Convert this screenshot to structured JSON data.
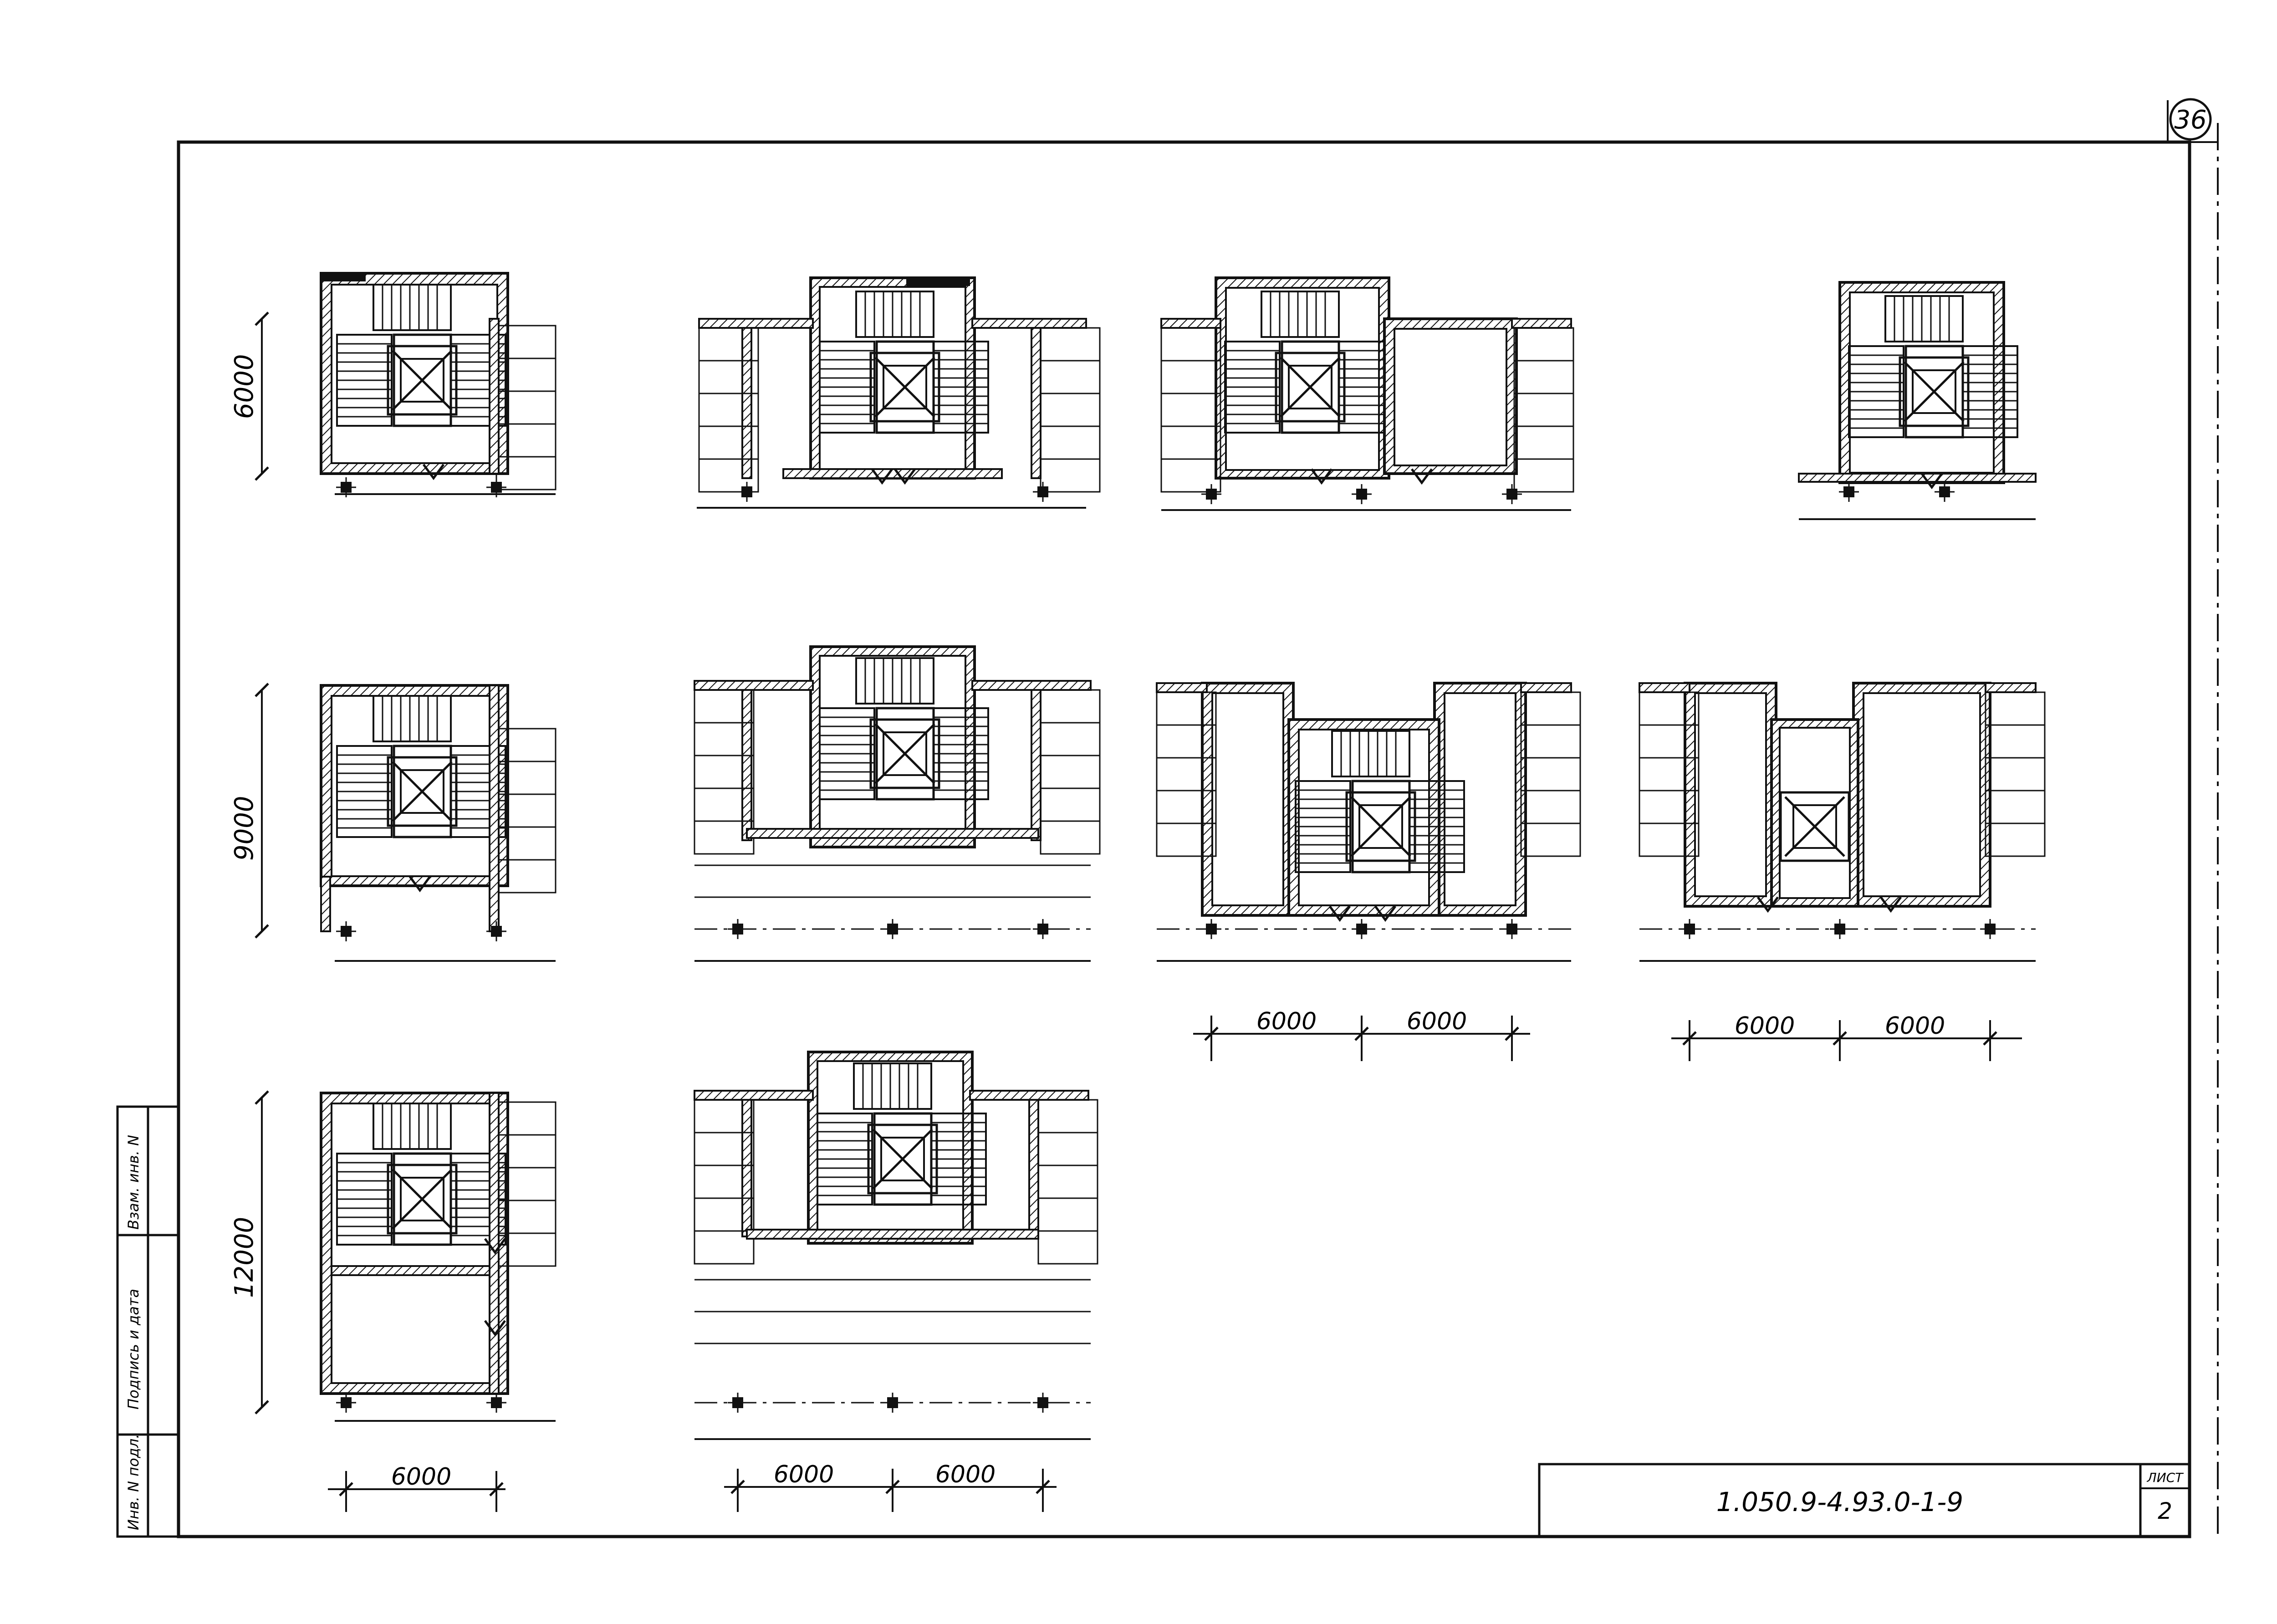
{
  "sheet": {
    "page_number": "36",
    "code": "1.050.9-4.93.0-1-9",
    "sheet_label": "ЛИСТ",
    "sheet_number": "2"
  },
  "side_stamp": {
    "inv_podl": "Инв. N подл.",
    "podpis_data": "Подпись и дата",
    "vzam_inv": "Взам. инв. N"
  },
  "rows": {
    "row1_dim": "6000",
    "row2_dim": "9000",
    "row3_dim": "12000"
  },
  "bottom_dims": {
    "col1": "6000",
    "col2_a": "6000",
    "col2_b": "6000",
    "col3_a": "6000",
    "col3_b": "6000",
    "col4_a": "6000",
    "col4_b": "6000"
  },
  "colors": {
    "line": "#111111",
    "paper": "#ffffff"
  }
}
